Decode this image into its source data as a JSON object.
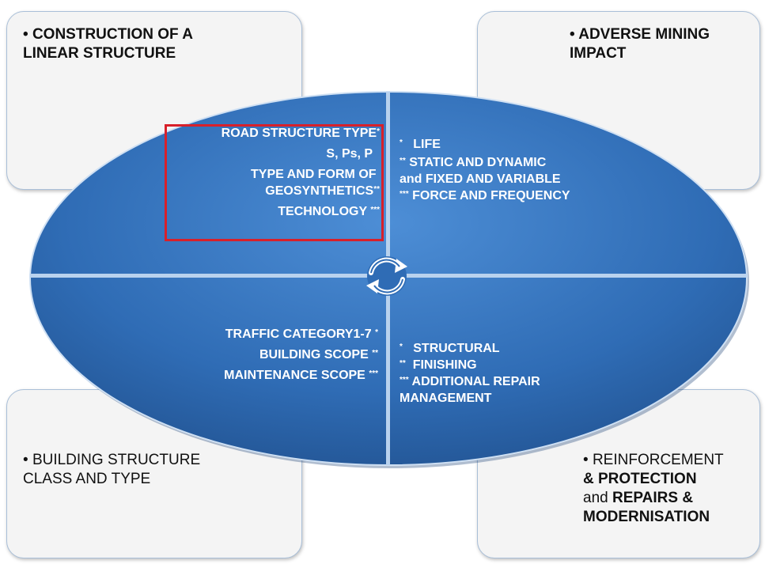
{
  "corner_boxes": {
    "top_left": {
      "bullet": "•",
      "text": "CONSTRUCTION OF A LINEAR STRUCTURE"
    },
    "top_right": {
      "bullet": "•",
      "text": "ADVERSE MINING IMPACT"
    },
    "bottom_left": {
      "bullet": "•",
      "text": "BUILDING STRUCTURE CLASS AND TYPE"
    },
    "bottom_right": {
      "bullet": "•",
      "part1": "REINFORCEMENT",
      "part2": "& PROTECTION",
      "part3": "and",
      "part4": "REPAIRS &",
      "part5": "MODERNISATION"
    }
  },
  "ellipse_quadrants": {
    "top_left": {
      "line1_text": "ROAD STRUCTURE TYPE",
      "line1_mark": "*",
      "line2_text": "S, Ps, P",
      "line3_text": "TYPE AND FORM OF",
      "line4_text": "GEOSYNTHETICS",
      "line4_mark": "**",
      "line5_text": "TECHNOLOGY",
      "line5_mark": "***"
    },
    "top_right": {
      "line1_mark": "*",
      "line1_text": "LIFE",
      "line2_mark": "**",
      "line2_text": "STATIC AND DYNAMIC",
      "line3_text": "and FIXED AND VARIABLE",
      "line4_mark": "***",
      "line4_text": "FORCE AND FREQUENCY"
    },
    "bottom_left": {
      "line1_text": "TRAFFIC CATEGORY1-7",
      "line1_mark": "*",
      "line2_text": "BUILDING SCOPE",
      "line2_mark": "**",
      "line3_text": "MAINTENANCE SCOPE",
      "line3_mark": "***"
    },
    "bottom_right": {
      "line1_mark": "*",
      "line1_text": "STRUCTURAL",
      "line2_mark": "**",
      "line2_text": "FINISHING",
      "line3_mark": "***",
      "line3_text": "ADDITIONAL REPAIR",
      "line4_text": "MANAGEMENT"
    }
  },
  "colors": {
    "ellipse_fill": "#2f6cb5",
    "ellipse_light": "#4f8fd6",
    "highlight_border": "#d8202a",
    "box_border": "#a9bfd8"
  },
  "icons": {
    "center": "refresh-cycle-icon"
  }
}
